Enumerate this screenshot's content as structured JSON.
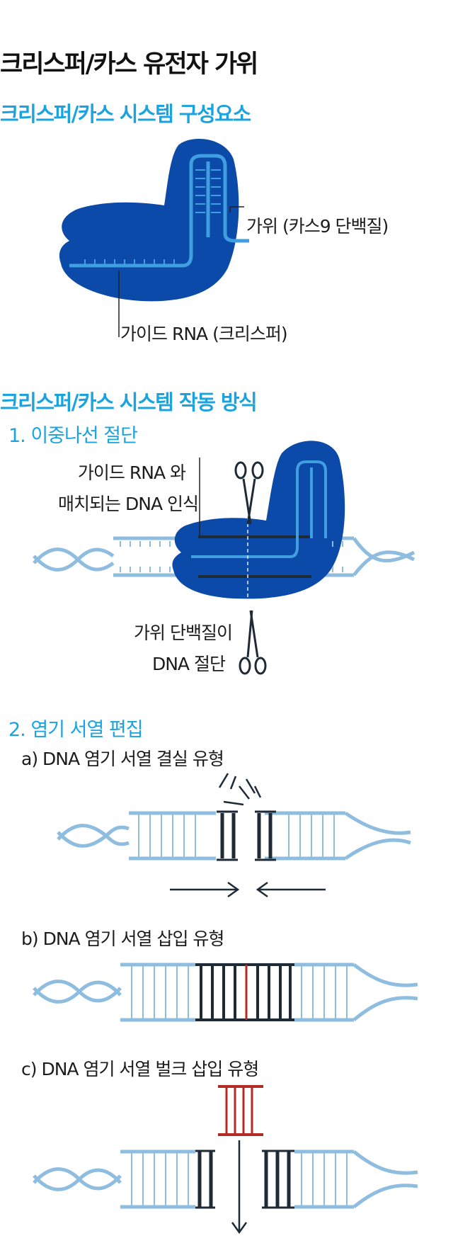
{
  "title": "크리스퍼/카스 유전자 가위",
  "components": {
    "heading": "크리스퍼/카스 시스템 구성요소",
    "scissors_label": "가위 (카스9 단백질)",
    "guide_label": "가이드 RNA (크리스퍼)"
  },
  "mechanism": {
    "heading": "크리스퍼/카스 시스템 작동 방식",
    "step1": {
      "title": "1. 이중나선 절단",
      "recognize_line1": "가이드 RNA 와",
      "recognize_line2": "매치되는 DNA 인식",
      "cut_line1": "가위 단백질이",
      "cut_line2": "DNA 절단"
    },
    "step2": {
      "title": "2. 염기 서열 편집",
      "a": "a) DNA 염기 서열 결실 유형",
      "b": "b) DNA 염기 서열 삽입 유형",
      "c": "c) DNA 염기 서열 벌크 삽입 유형"
    }
  },
  "colors": {
    "protein": "#0b4aa8",
    "dna": "#8fbde0",
    "rna": "#3f9fe0",
    "accent_text": "#1aa3de",
    "insert": "#b52a25",
    "dark": "#1e2a36"
  }
}
